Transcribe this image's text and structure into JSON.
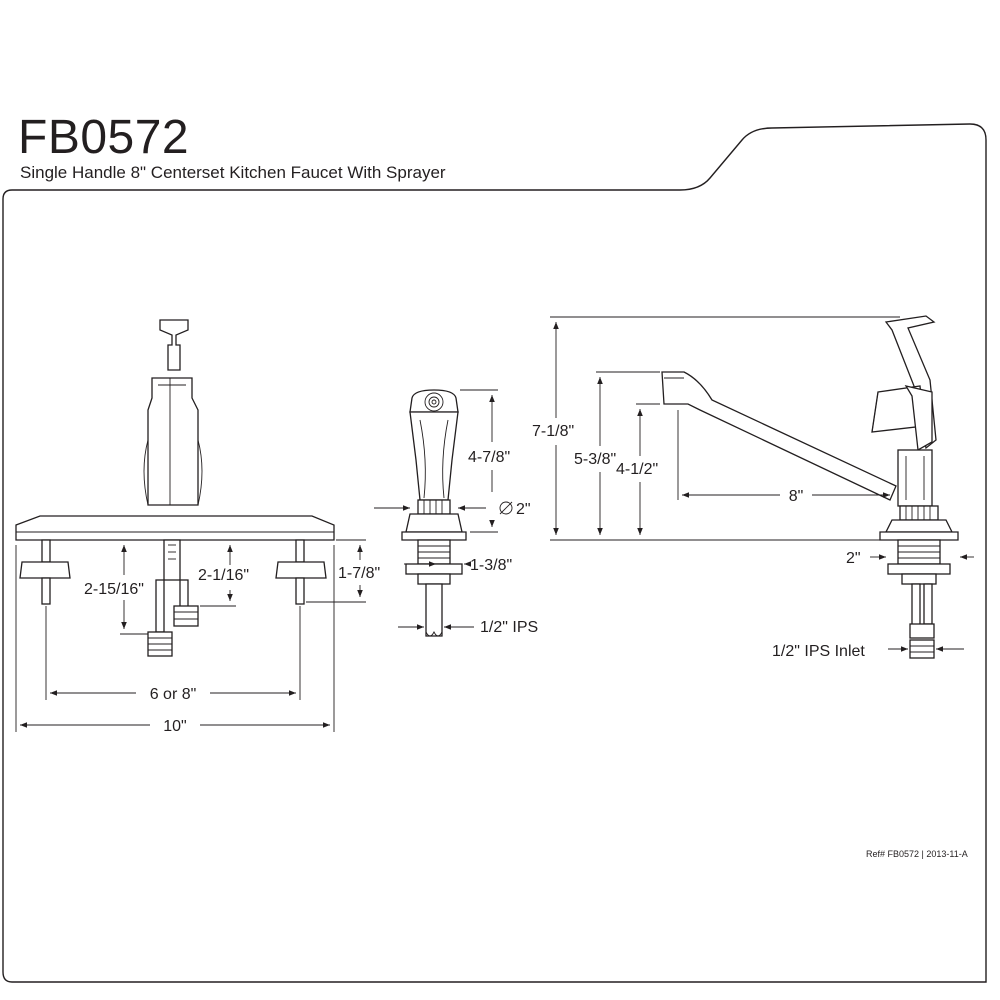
{
  "model_number": "FB0572",
  "description": "Single Handle 8\" Centerset Kitchen Faucet With Sprayer",
  "reference": "Ref# FB0572 | 2013-11-A",
  "front_view": {
    "dim_overall_width": "10\"",
    "dim_mount_spacing": "6 or 8\"",
    "dim_center_shank": "2-15/16\"",
    "dim_side_shank": "2-1/16\"",
    "dim_plate_thickness": "1-7/8\""
  },
  "sprayer": {
    "dim_height": "4-7/8\"",
    "dim_diameter": "2\"",
    "dim_base": "1-3/8\"",
    "dim_thread": "1/2\" IPS"
  },
  "side_view": {
    "dim_total_height": "7-1/8\"",
    "dim_spout_height": "5-3/8\"",
    "dim_outlet_height": "4-1/2\"",
    "dim_spout_reach": "8\"",
    "dim_base_diameter": "2\"",
    "dim_inlet": "1/2\" IPS Inlet"
  }
}
